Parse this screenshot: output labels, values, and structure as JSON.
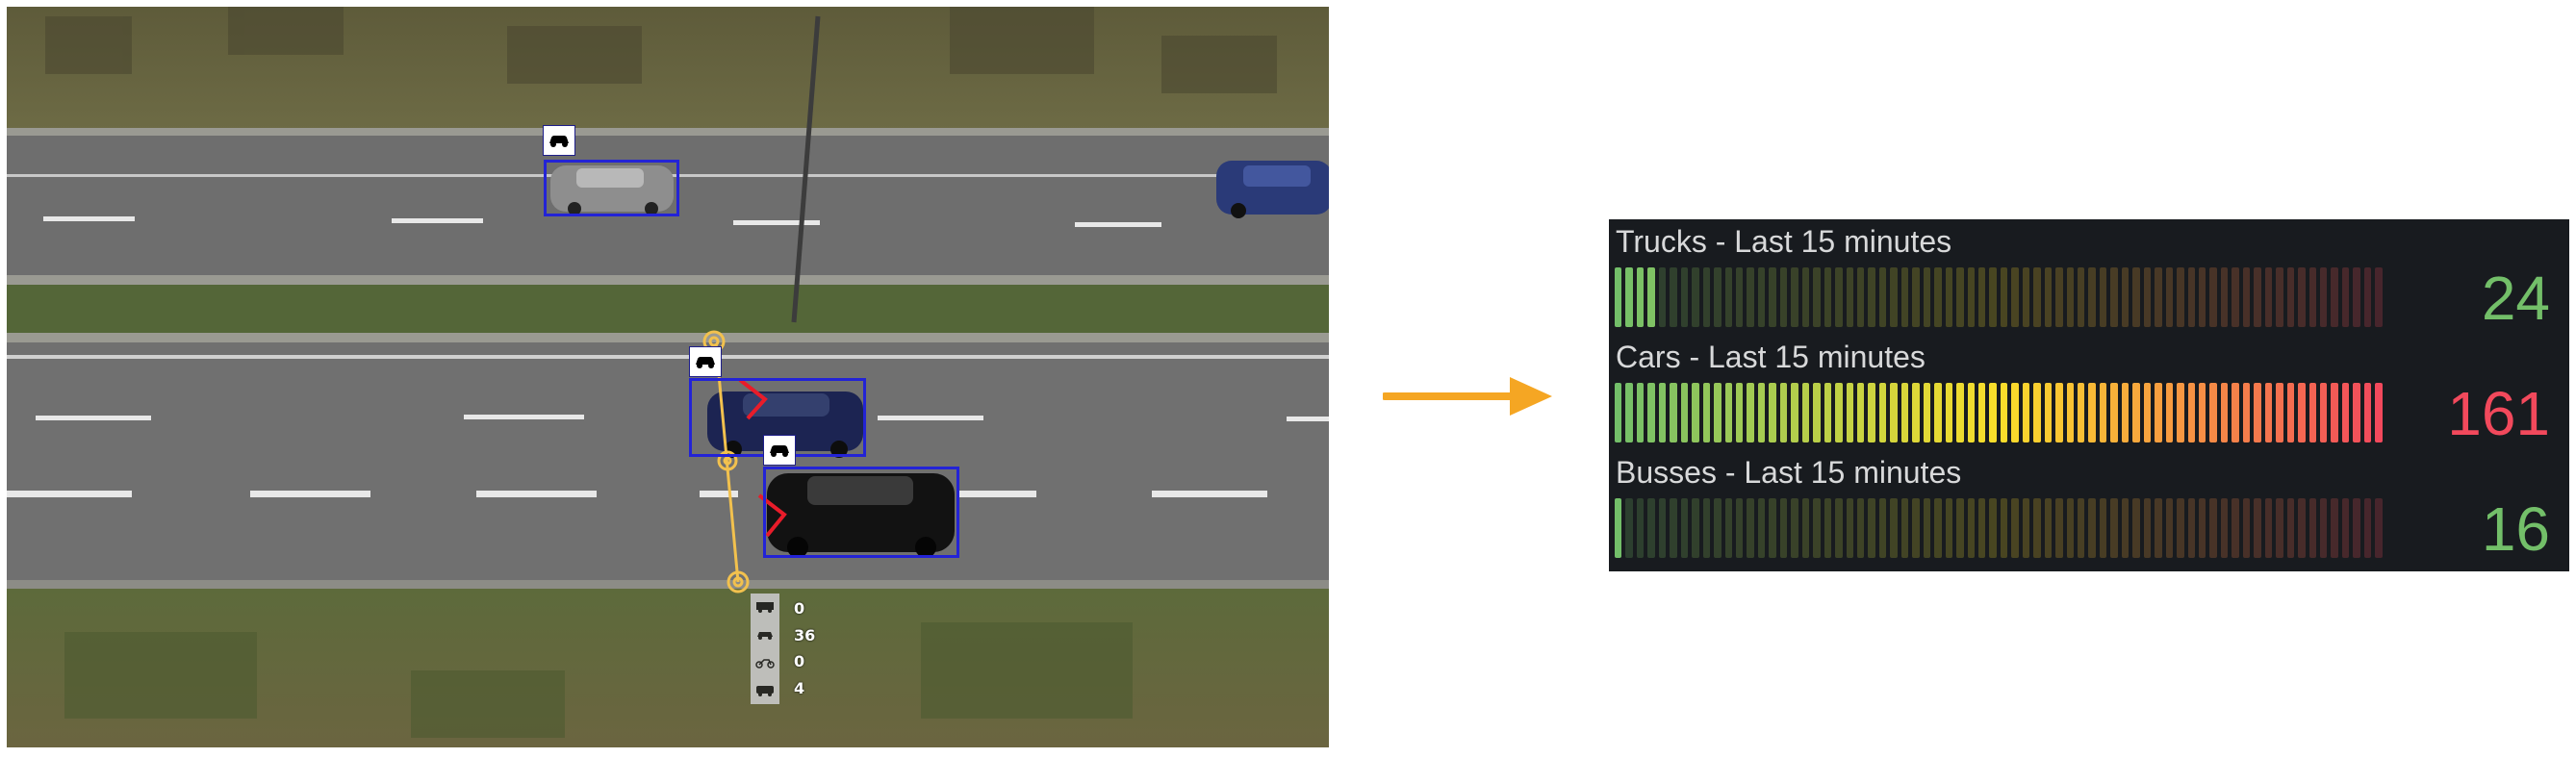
{
  "camera_view": {
    "vehicle_counts": [
      {
        "icon": "truck-icon",
        "value": "0"
      },
      {
        "icon": "car-icon",
        "value": "36"
      },
      {
        "icon": "motorcycle-icon",
        "value": "0"
      },
      {
        "icon": "bus-icon",
        "value": "4"
      }
    ]
  },
  "dashboard": {
    "rows": [
      {
        "title": "Trucks - Last 15 minutes",
        "value": "24",
        "level": 0.054,
        "value_color": "#73bf69"
      },
      {
        "title": "Cars - Last 15 minutes",
        "value": "161",
        "level": 1.0,
        "value_color": "#f2495c"
      },
      {
        "title": "Busses - Last 15 minutes",
        "value": "16",
        "level": 0.02,
        "value_color": "#73bf69"
      }
    ],
    "gradient": {
      "start": "#73bf69",
      "middle": "#fade2a",
      "end": "#f2495c"
    }
  },
  "arrow_color": "#f5a623"
}
